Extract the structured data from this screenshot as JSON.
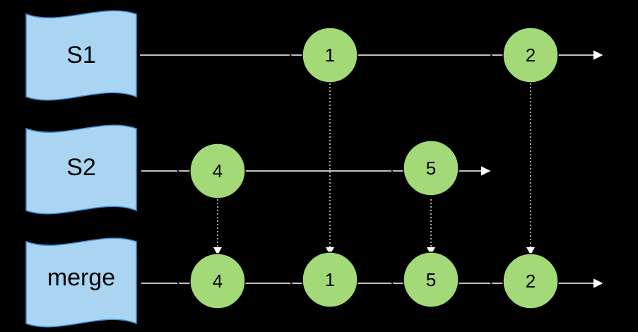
{
  "streams": [
    {
      "id": "s1",
      "label": "S1"
    },
    {
      "id": "s2",
      "label": "S2"
    },
    {
      "id": "merge",
      "label": "merge"
    }
  ],
  "events": {
    "s1": [
      "1",
      "2"
    ],
    "s2": [
      "4",
      "5"
    ],
    "merge": [
      "4",
      "1",
      "5",
      "2"
    ]
  },
  "colors": {
    "background": "#000000",
    "banner_fill": "#a9d5f3",
    "banner_stroke": "#3f8fd0",
    "node_fill": "#a3d977",
    "node_stroke": "#000000",
    "line": "#ffffff",
    "text": "#000000"
  }
}
